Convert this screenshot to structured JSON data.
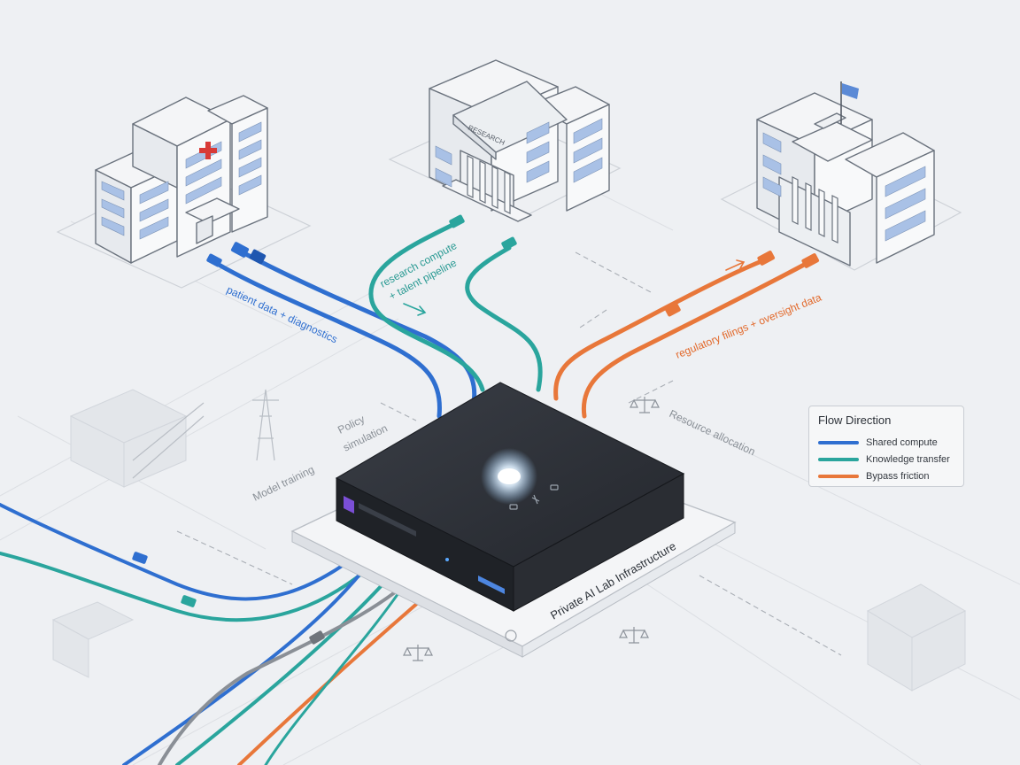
{
  "colors": {
    "blue": "#2f6fd0",
    "teal": "#2aa59d",
    "orange": "#e8773a",
    "gray": "#8a8f96",
    "device": "#2b2e35"
  },
  "buildings": {
    "hospital": {
      "icon": "hospital-cross-icon"
    },
    "university": {
      "sign": "RESEARCH"
    },
    "government": {
      "icon": "flag-icon"
    }
  },
  "flows": {
    "hospital_label": "patient data + diagnostics",
    "university_label_line1": "research compute",
    "university_label_line2": "+ talent pipeline",
    "government_label": "regulatory filings + oversight data"
  },
  "annotations": {
    "model_training": "Model training",
    "policy_line1": "Policy",
    "policy_line2": "simulation",
    "resource_allocation": "Resource allocation"
  },
  "device": {
    "label": "Private AI Lab Infrastructure"
  },
  "legend": {
    "title": "Flow Direction",
    "items": [
      {
        "label": "Shared compute",
        "color": "#2f6fd0"
      },
      {
        "label": "Knowledge transfer",
        "color": "#2aa59d"
      },
      {
        "label": "Bypass friction",
        "color": "#e8773a"
      }
    ]
  }
}
